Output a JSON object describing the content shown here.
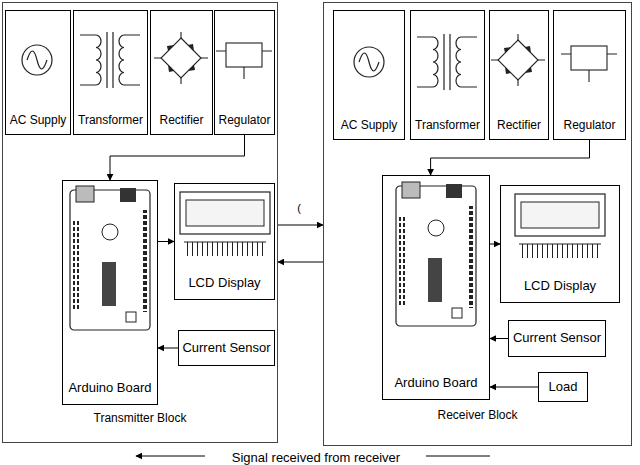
{
  "diagram": {
    "nodes": [
      {
        "text": [
          "Transmitter Block"
        ]
      },
      {
        "text": [
          "AC Supply"
        ],
        "in": 0
      },
      {
        "text": [
          "Transformer"
        ],
        "in": 0
      },
      {
        "text": [
          "Rectifier"
        ],
        "in": 0
      },
      {
        "text": [
          "Regulator"
        ],
        "in": 0
      },
      {
        "text": [
          "Arduino Board"
        ],
        "in": 0
      },
      {
        "text": [
          "LCD Display"
        ],
        "in": 0
      },
      {
        "text": [
          "Current Sensor"
        ],
        "in": 0
      },
      {
        "text": [
          "Receiver Block"
        ]
      },
      {
        "text": [
          "AC Supply"
        ],
        "in": 8
      },
      {
        "text": [
          "Transformer"
        ],
        "in": 8
      },
      {
        "text": [
          "Rectifier"
        ],
        "in": 8
      },
      {
        "text": [
          "Regulator"
        ],
        "in": 8
      },
      {
        "text": [
          "Arduino Board"
        ],
        "in": 8
      },
      {
        "text": [
          "LCD Display"
        ],
        "in": 8
      },
      {
        "text": [
          "Current Sensor"
        ],
        "in": 8
      },
      {
        "text": [
          "Load"
        ],
        "in": 8
      }
    ],
    "edges": [
      {
        "from": 4,
        "to": 5,
        "arrow": "to"
      },
      {
        "from": 5,
        "to": 6,
        "arrow": "to"
      },
      {
        "from": 7,
        "to": 5,
        "arrow": "to"
      },
      {
        "from": 12,
        "to": 13,
        "arrow": "to"
      },
      {
        "from": 13,
        "to": 14,
        "arrow": "to"
      },
      {
        "from": 15,
        "to": 13,
        "arrow": "to"
      },
      {
        "from": 16,
        "to": 13,
        "arrow": "to"
      },
      {
        "from": 0,
        "to": 8,
        "arrow": "to"
      },
      {
        "from": 8,
        "to": 0,
        "arrow": "to"
      }
    ],
    "labels": [
      "(",
      "Signal received from receiver"
    ]
  }
}
